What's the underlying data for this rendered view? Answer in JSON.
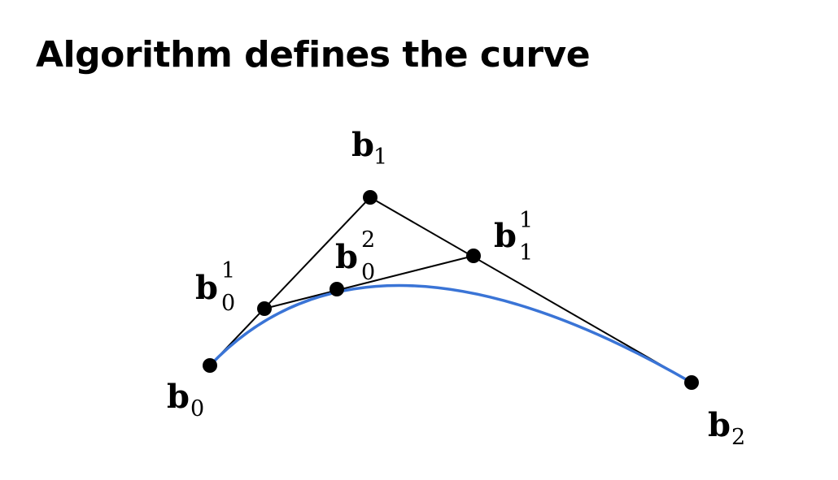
{
  "title": "Algorithm defines the curve",
  "colors": {
    "curve": "#3a74d6",
    "lines": "#000000",
    "points": "#000000"
  },
  "labels": {
    "b0": {
      "base": "b",
      "sub": "0",
      "sup": ""
    },
    "b1": {
      "base": "b",
      "sub": "1",
      "sup": ""
    },
    "b2": {
      "base": "b",
      "sub": "2",
      "sup": ""
    },
    "b01": {
      "base": "b",
      "sub": "0",
      "sup": "1"
    },
    "b11": {
      "base": "b",
      "sub": "1",
      "sup": "1"
    },
    "b02": {
      "base": "b",
      "sub": "0",
      "sup": "2"
    }
  }
}
